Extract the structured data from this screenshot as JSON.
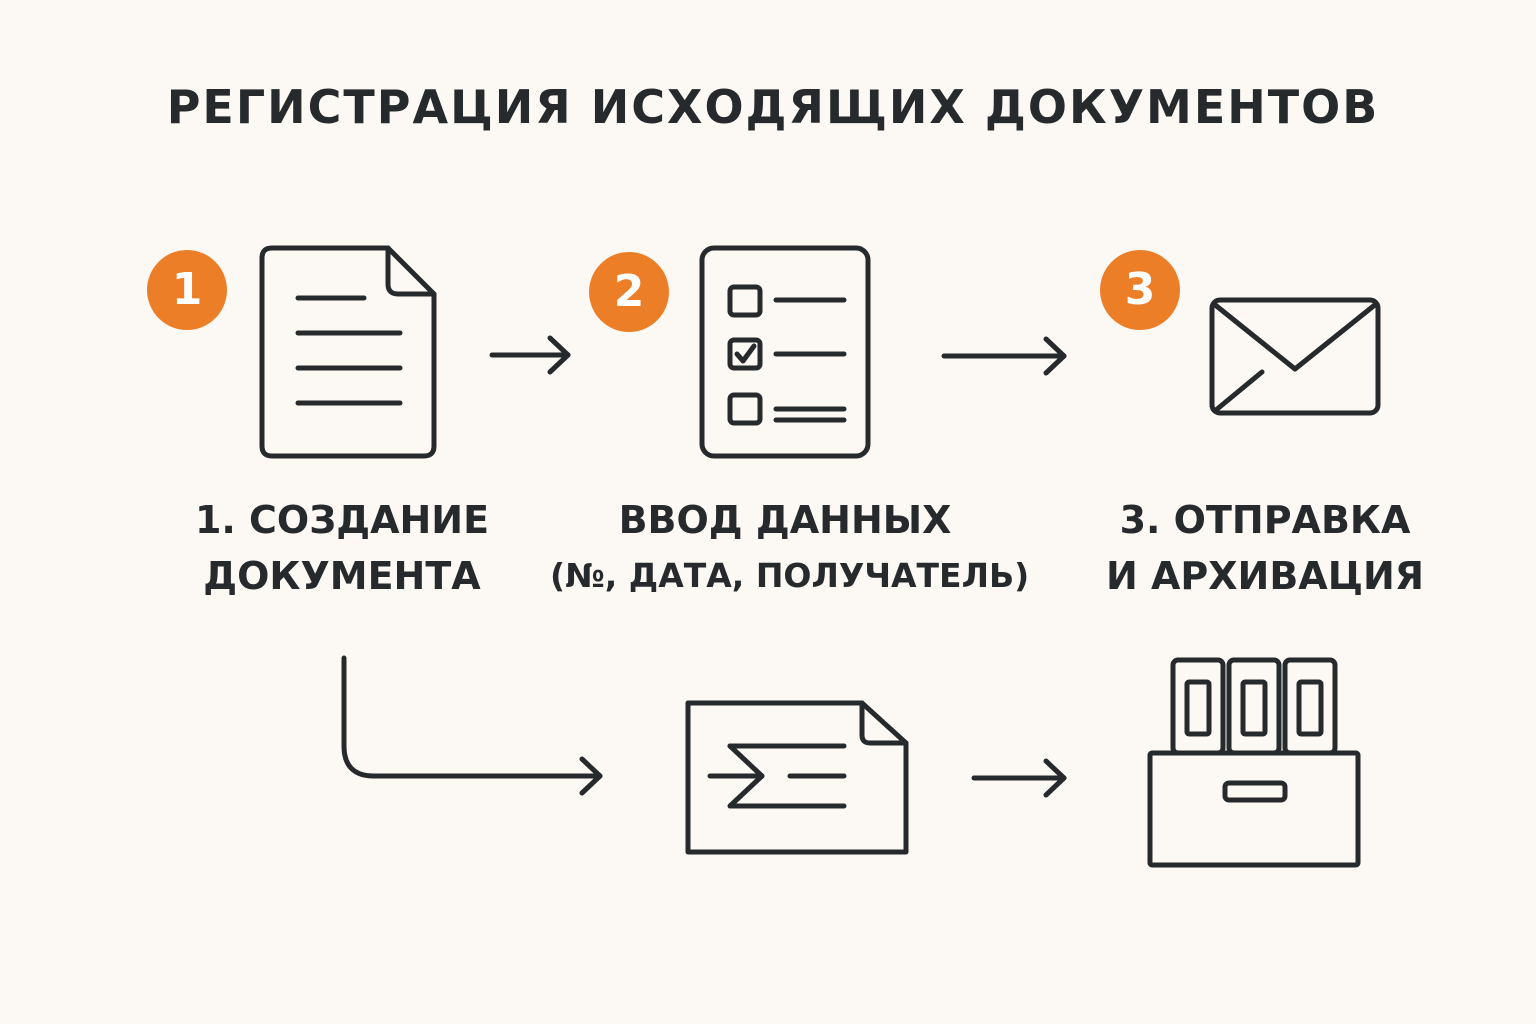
{
  "title": "РЕГИСТРАЦИЯ ИСХОДЯЩИХ ДОКУМЕНТОВ",
  "steps": [
    {
      "badge": "1",
      "line1": "1. СОЗДАНИЕ",
      "line2": "ДОКУМЕНТА"
    },
    {
      "badge": "2",
      "line1": "ВВОД ДАННЫХ",
      "line2": "(№, ДАТА, ПОЛУЧАТЕЛЬ)"
    },
    {
      "badge": "3",
      "line1": "3. ОТПРАВКА",
      "line2": "И АРХИВАЦИЯ"
    }
  ],
  "colors": {
    "background": "#fcf8f3",
    "ink": "#262a2d",
    "accent": "#ec7e28"
  },
  "icons": {
    "step1": "document-icon",
    "step2": "checklist-icon",
    "step3": "envelope-icon",
    "sent": "outgoing-document-icon",
    "archive": "archive-box-icon"
  }
}
